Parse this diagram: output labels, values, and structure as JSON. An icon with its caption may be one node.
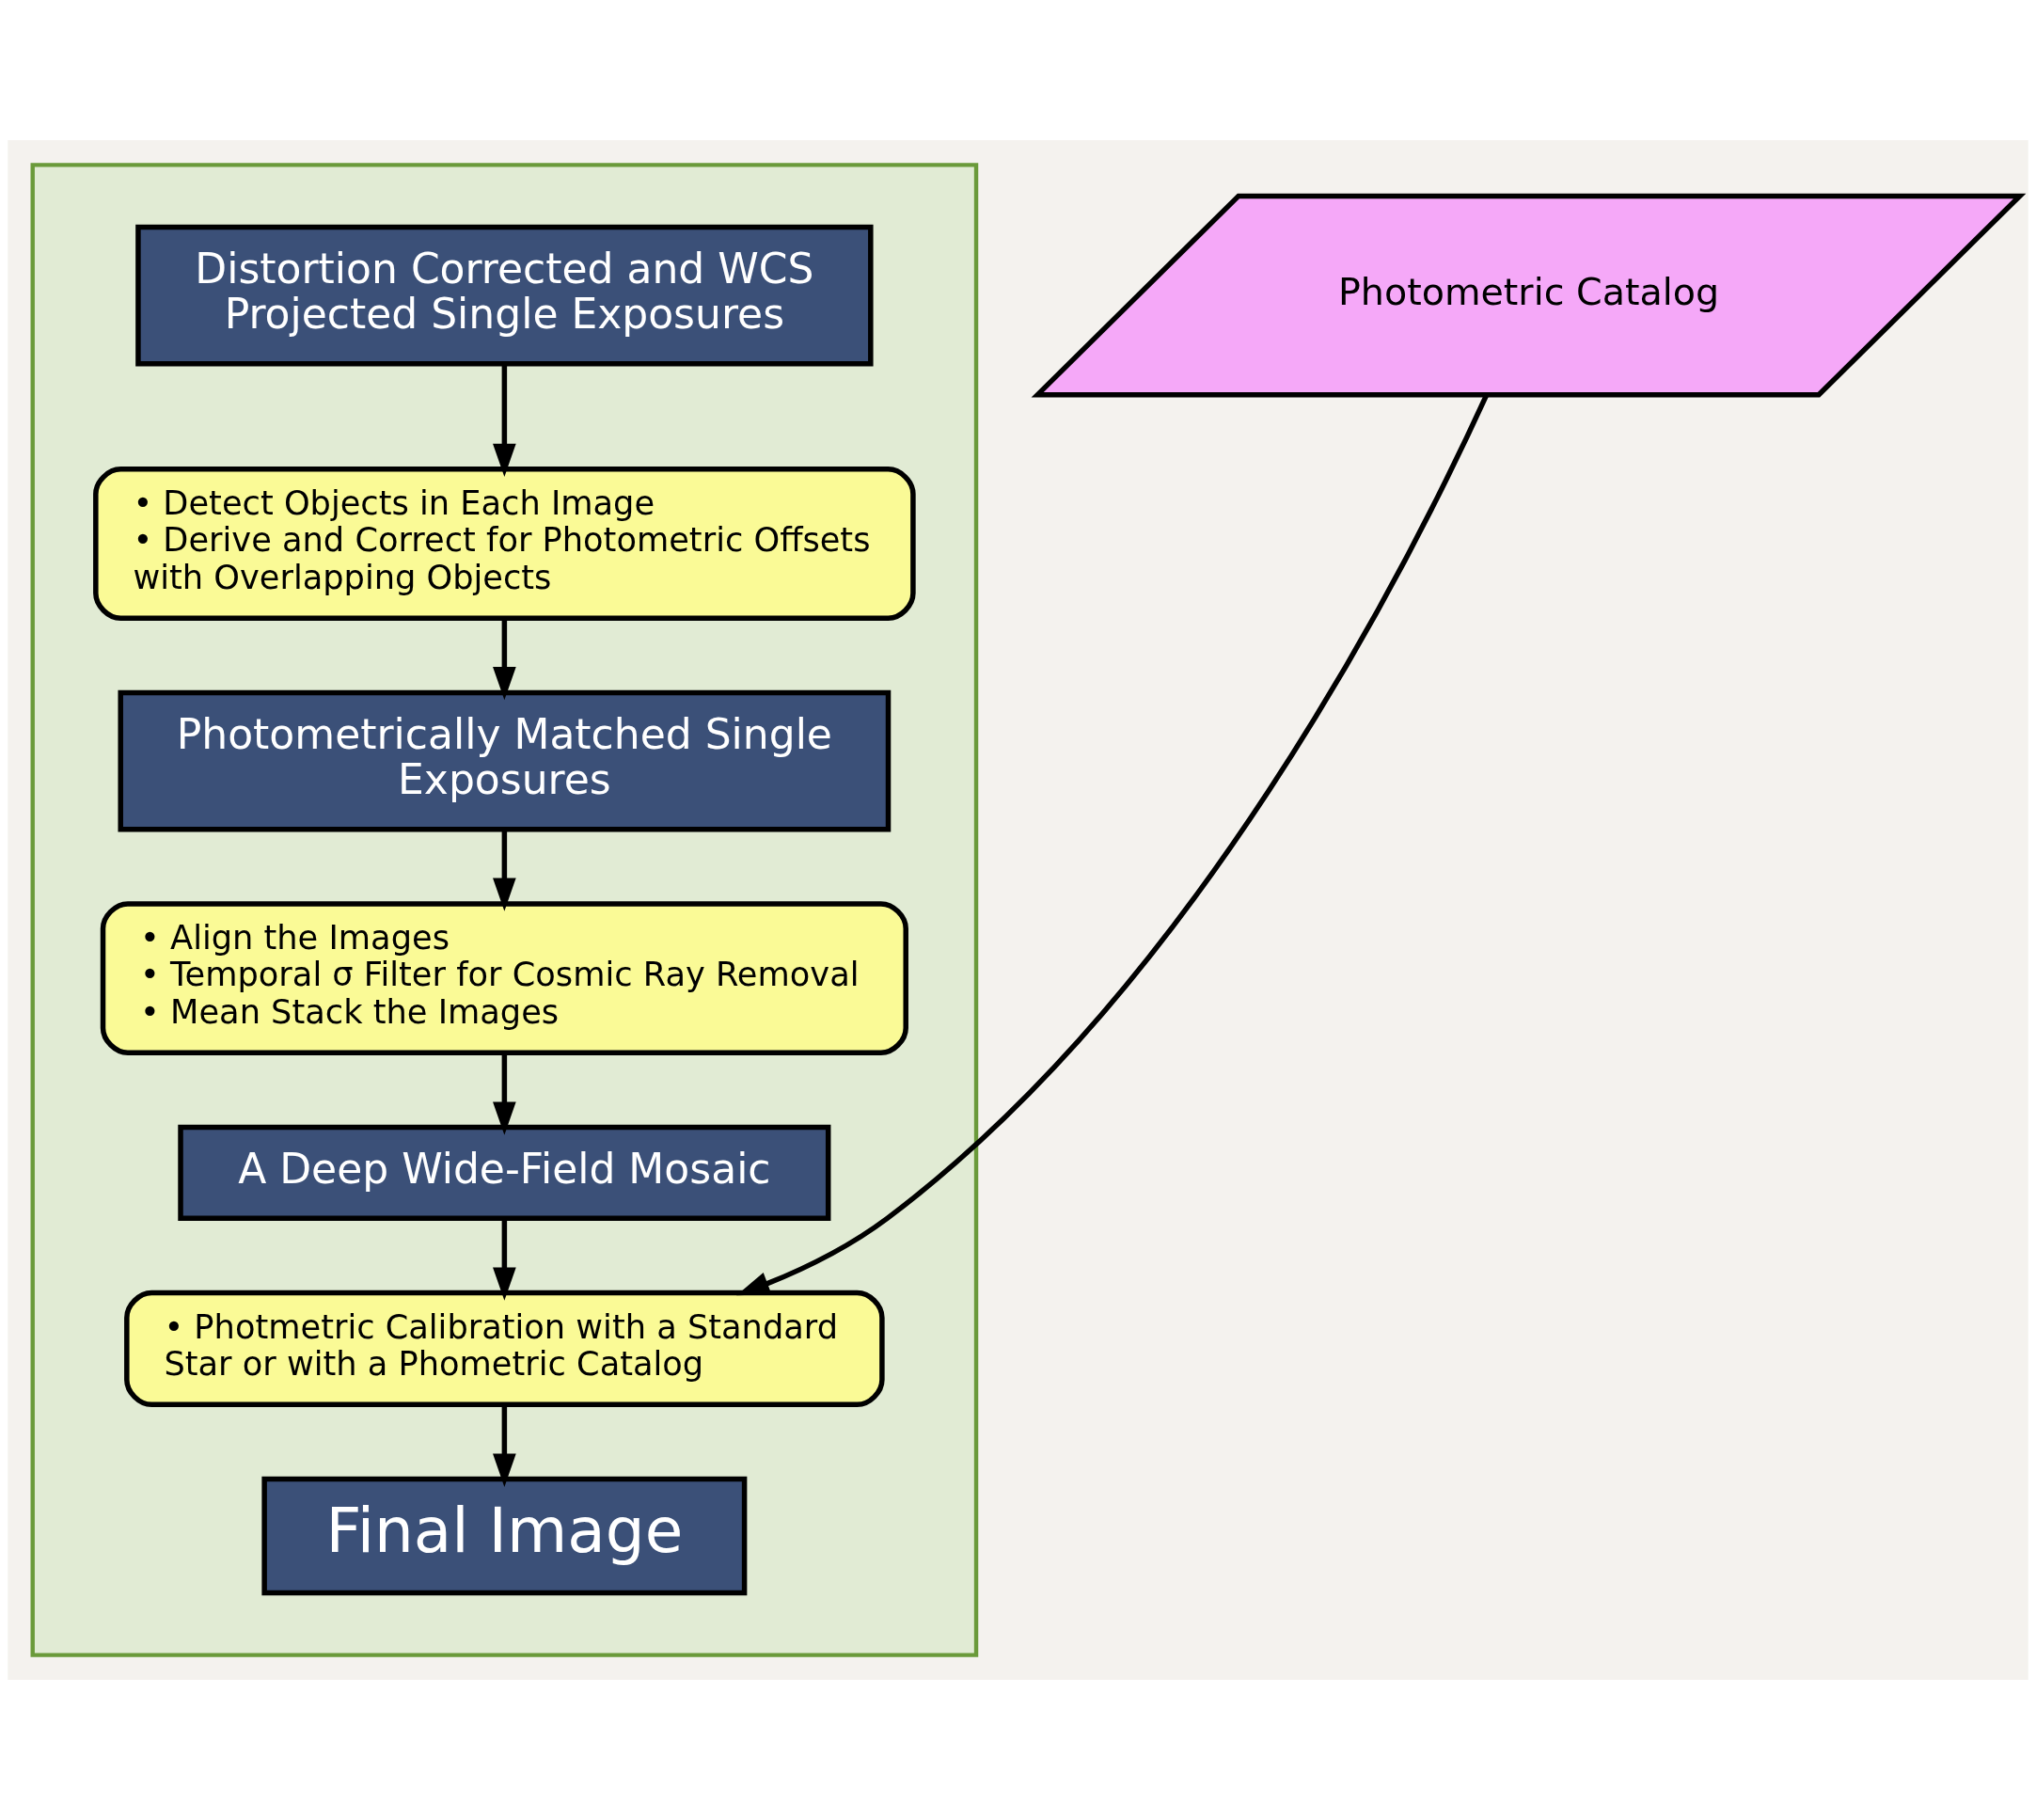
{
  "diagram": {
    "nodes": [
      {
        "text": [],
        "shape": "box"
      },
      {
        "text": [
          "Distortion Corrected and WCS Projected Single Exposures"
        ],
        "in": 0
      },
      {
        "text": [
          "• Detect Objects in Each Image",
          "• Derive and Correct for Photometric Offsets with Overlapping Objects"
        ],
        "in": 0
      },
      {
        "text": [
          "Photometrically Matched Single Exposures"
        ],
        "in": 0
      },
      {
        "text": [
          "• Align the Images",
          "• Temporal σ Filter for Cosmic Ray Removal",
          "• Mean Stack the Images"
        ],
        "in": 0
      },
      {
        "text": [
          "A Deep Wide-Field Mosaic"
        ],
        "in": 0
      },
      {
        "text": [
          "• Photmetric Calibration with a Standard Star or with a Phometric Catalog"
        ],
        "in": 0
      },
      {
        "text": [
          "Final Image"
        ],
        "in": 0
      },
      {
        "text": [
          "Photometric Catalog"
        ]
      }
    ],
    "edges": [
      {
        "from": 1,
        "to": 2,
        "arrow": "to"
      },
      {
        "from": 2,
        "to": 3,
        "arrow": "to"
      },
      {
        "from": 3,
        "to": 4,
        "arrow": "to"
      },
      {
        "from": 4,
        "to": 5,
        "arrow": "to"
      },
      {
        "from": 5,
        "to": 6,
        "arrow": "to"
      },
      {
        "from": 6,
        "to": 7,
        "arrow": "to"
      },
      {
        "from": 8,
        "to": 6,
        "arrow": "to"
      }
    ]
  }
}
